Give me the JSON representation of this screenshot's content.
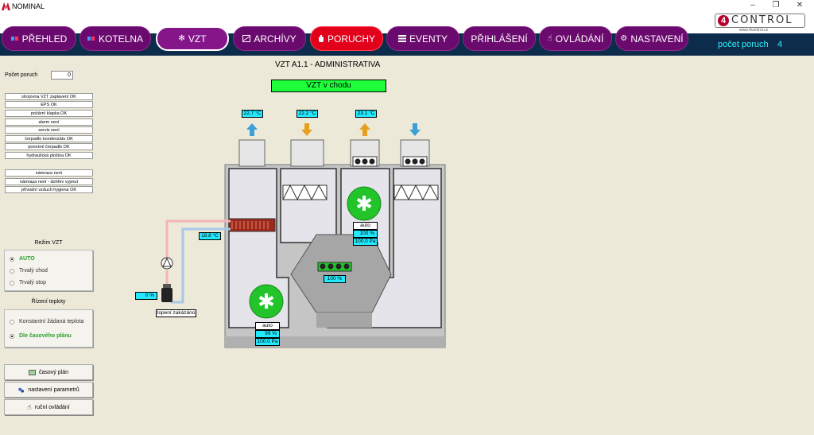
{
  "window": {
    "title": "NOMINAL",
    "controls": {
      "minimize": "–",
      "restore": "❐",
      "close": "✕"
    }
  },
  "brand": {
    "logo_digit": "4",
    "logo_text": "CONTROL",
    "url": "www.4control.cz"
  },
  "nav": {
    "items": [
      {
        "label": "PŘEHLED",
        "icon": "overview-icon"
      },
      {
        "label": "KOTELNA",
        "icon": "boiler-icon"
      },
      {
        "label": "VZT",
        "icon": "snowflake-icon"
      },
      {
        "label": "ARCHÍVY",
        "icon": "archive-icon"
      },
      {
        "label": "PORUCHY",
        "icon": "alarm-icon"
      },
      {
        "label": "EVENTY",
        "icon": "events-icon"
      },
      {
        "label": "PŘIHLÁŠENÍ",
        "icon": ""
      },
      {
        "label": "OVLÁDÁNÍ",
        "icon": "hand-icon"
      },
      {
        "label": "NASTAVENÍ",
        "icon": "gears-icon"
      }
    ],
    "active": "VZT",
    "alarm": "PORUCHY",
    "fault_count_label": "počet poruch",
    "fault_count_value": "4"
  },
  "left": {
    "fault_count_label": "Počet poruch",
    "fault_count_value": "0",
    "status_group1": [
      "strojovna VZT zaplavení OK",
      "EPS OK",
      "požární klapka OK",
      "alarm není",
      "servis není",
      "čerpadlo kondenzátu OK",
      "ponorné čerpadlo OK",
      "hydraulická plošina OK"
    ],
    "status_group2": [
      "námraza není",
      "námraza není - dohřev vypnut",
      "přívodní vzduch hygiena OK"
    ],
    "mode": {
      "title": "Režim VZT",
      "options": [
        "AUTO",
        "Trvalý chod",
        "Trvalý stop"
      ],
      "selected": 0
    },
    "temp_control": {
      "title": "Řízení teploty",
      "options": [
        "Konstantní žádaná teplota",
        "Dle časového plánu"
      ],
      "selected": 1
    },
    "buttons": [
      {
        "label": "časový plán",
        "icon": "schedule-icon"
      },
      {
        "label": "nastavení parametrů",
        "icon": "settings-icon"
      },
      {
        "label": "ruční ovládání",
        "icon": "hand-icon"
      }
    ]
  },
  "main": {
    "title": "VZT A1.1 - ADMINISTRATIVA",
    "status": "VZT v chodu",
    "ducts": [
      {
        "temp": "22.7 °C",
        "direction": "up",
        "color": "#3aa0d8"
      },
      {
        "temp": "22.2 °C",
        "direction": "down",
        "color": "#e6a020"
      },
      {
        "temp": "23.1 °C",
        "direction": "up",
        "color": "#e6a020"
      },
      {
        "temp": "",
        "direction": "down",
        "color": "#3aa0d8"
      }
    ],
    "heater_temp": "18.8 °C",
    "valve_position": "0 %",
    "heating_status": "topení zakázáno",
    "supply_fan": {
      "mode": "auto",
      "speed": "99 %",
      "pressure": "100.0 Pa"
    },
    "exhaust_fan": {
      "mode": "auto",
      "speed": "100 %",
      "pressure": "100.0 Pa"
    },
    "recuperator": "100 %",
    "colors": {
      "fan": "#22c42a",
      "value_bg": "#23e9ff",
      "heater": "#c0392b"
    }
  }
}
